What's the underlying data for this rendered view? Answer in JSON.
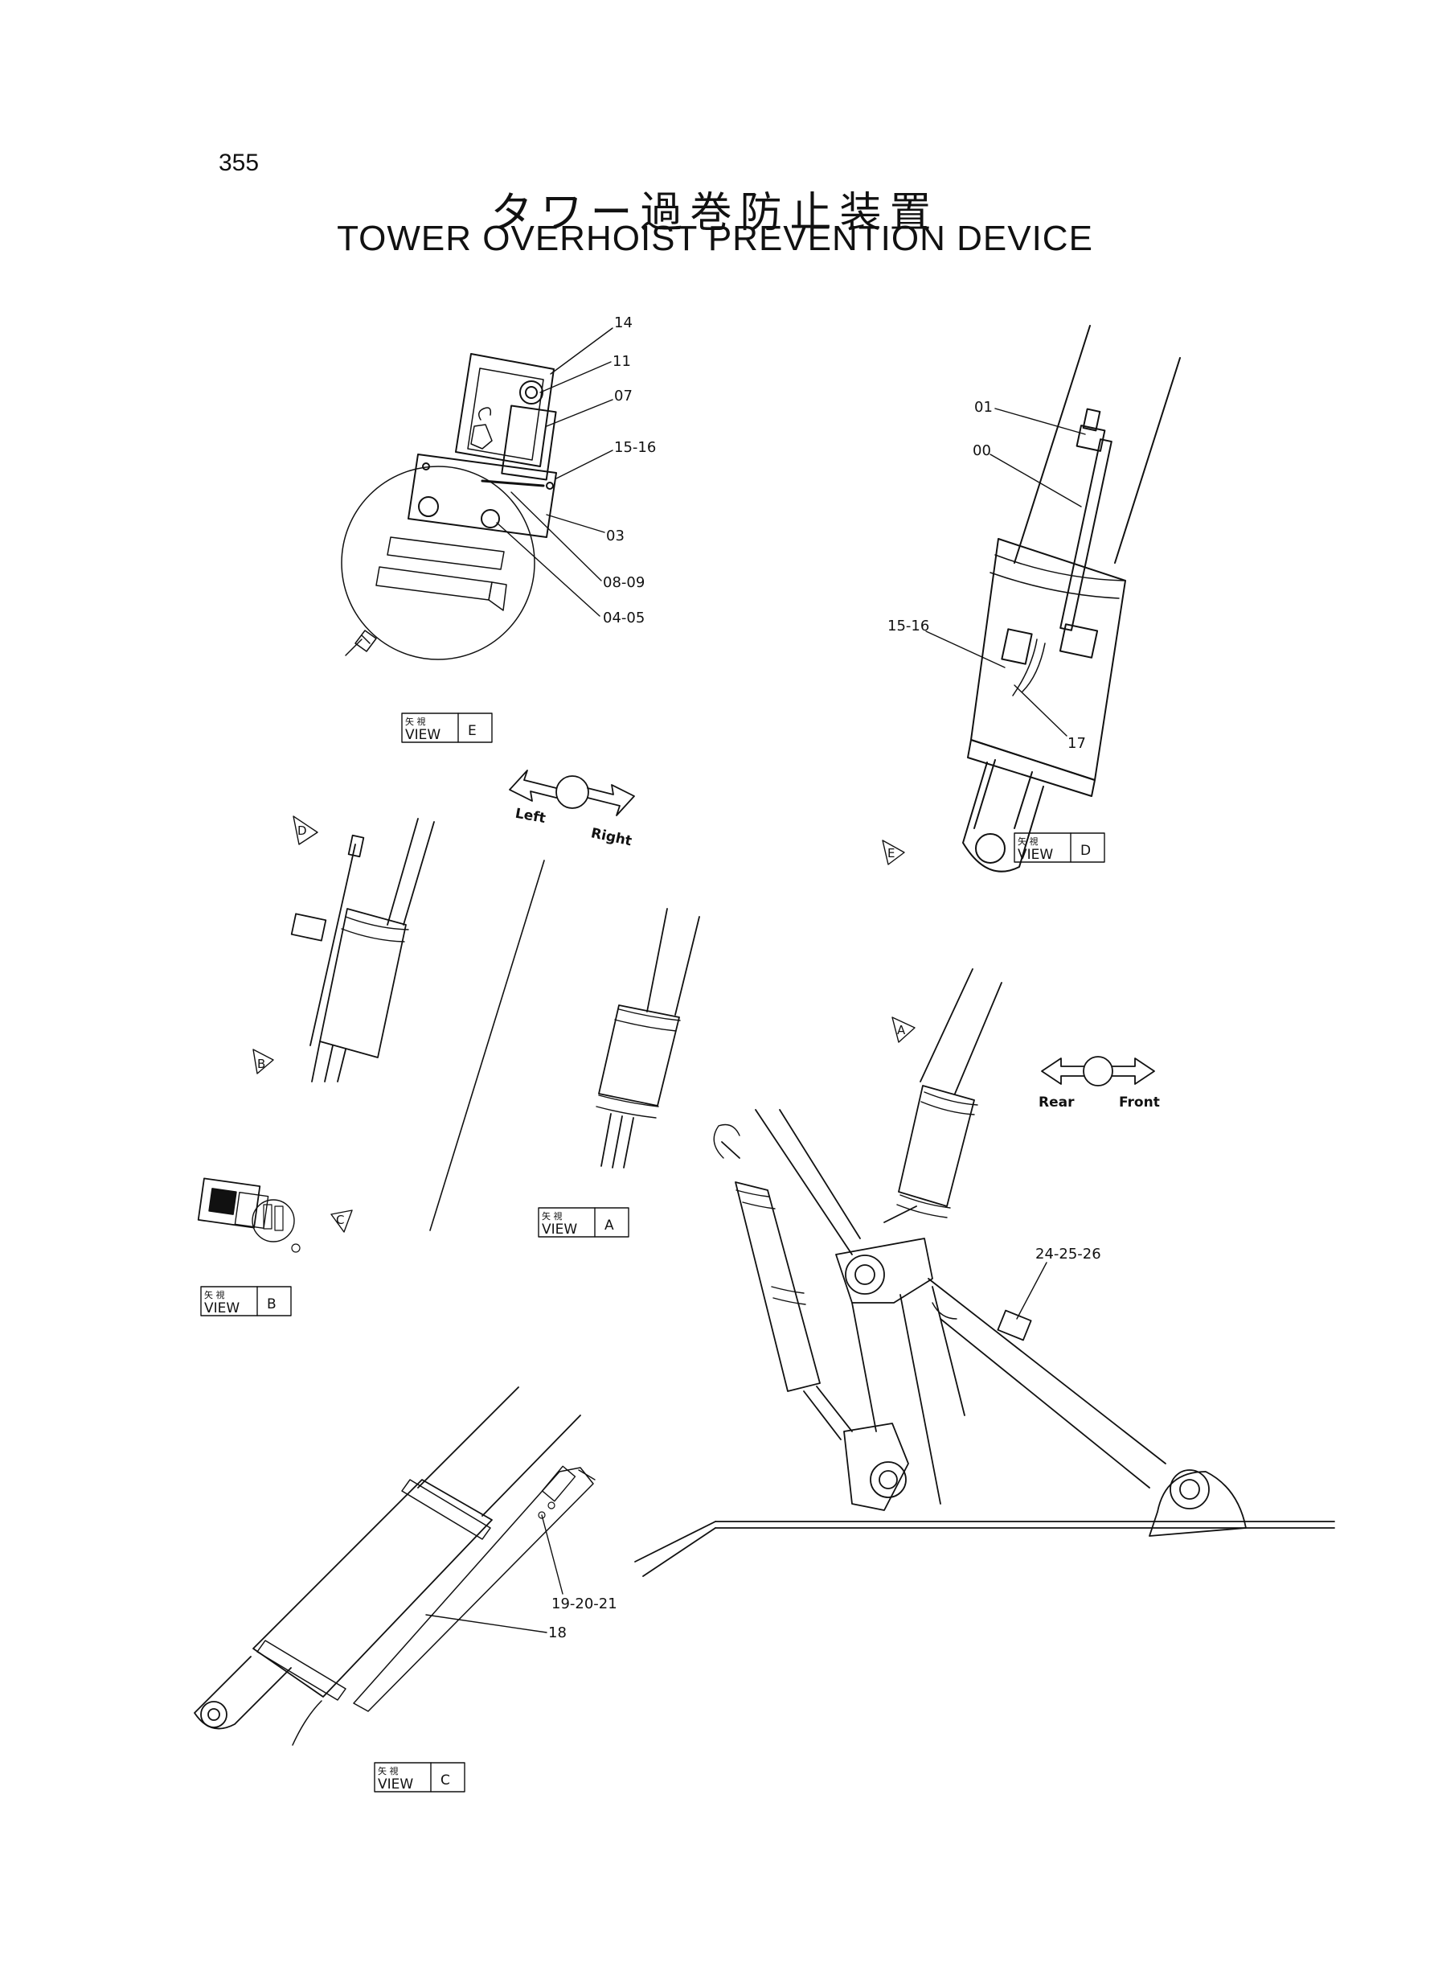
{
  "page_number": "355",
  "title_jp": "タワー過巻防止装置",
  "title_en": "TOWER OVERHOIST PREVENTION DEVICE",
  "part_labels": {
    "p14": "14",
    "p11": "11",
    "p07": "07",
    "p15_16_e": "15-16",
    "p03": "03",
    "p08_09": "08-09",
    "p04_05": "04-05",
    "p01": "01",
    "p00": "00",
    "p15_16_d": "15-16",
    "p17": "17",
    "p24_25_26": "24-25-26",
    "p19_20_21": "19-20-21",
    "p18": "18"
  },
  "directions": {
    "left": "Left",
    "right": "Right",
    "rear": "Rear",
    "front": "Front"
  },
  "views": {
    "e": {
      "jp": "矢 視",
      "word": "VIEW",
      "letter": "E"
    },
    "d": {
      "jp": "矢 視",
      "word": "VIEW",
      "letter": "D"
    },
    "a": {
      "jp": "矢 視",
      "word": "VIEW",
      "letter": "A"
    },
    "b": {
      "jp": "矢 視",
      "word": "VIEW",
      "letter": "B"
    },
    "c": {
      "jp": "矢 視",
      "word": "VIEW",
      "letter": "C"
    }
  },
  "view_markers": {
    "d": "D",
    "e": "E",
    "b": "B",
    "c": "C",
    "a": "A"
  }
}
